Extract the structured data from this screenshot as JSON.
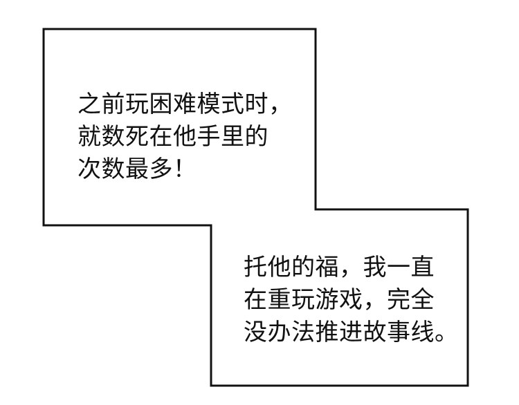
{
  "colors": {
    "background": "#ffffff",
    "border": "#111111",
    "text": "#111111"
  },
  "captions": {
    "top": {
      "lines": [
        "之前玩困难模式时，",
        "就数死在他手里的",
        "次数最多！"
      ]
    },
    "bottom": {
      "lines": [
        "托他的福，我一直",
        "在重玩游戏，完全",
        "没办法推进故事线。"
      ]
    }
  }
}
